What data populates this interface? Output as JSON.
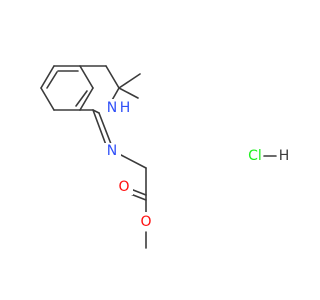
{
  "molecule": {
    "atoms": {
      "nh": {
        "symbol": "N",
        "h": "H",
        "color": "#3050f8"
      },
      "n_imine": {
        "symbol": "N",
        "color": "#3050f8"
      },
      "o_carbonyl": {
        "symbol": "O",
        "color": "#ff0d0d"
      },
      "o_ester": {
        "symbol": "O",
        "color": "#ff0d0d"
      },
      "cl": {
        "symbol": "Cl",
        "color": "#1ff01f"
      },
      "h_salt": {
        "symbol": "H",
        "color": "#3b3b3b"
      }
    },
    "bond_color": "#3b3b3b"
  }
}
